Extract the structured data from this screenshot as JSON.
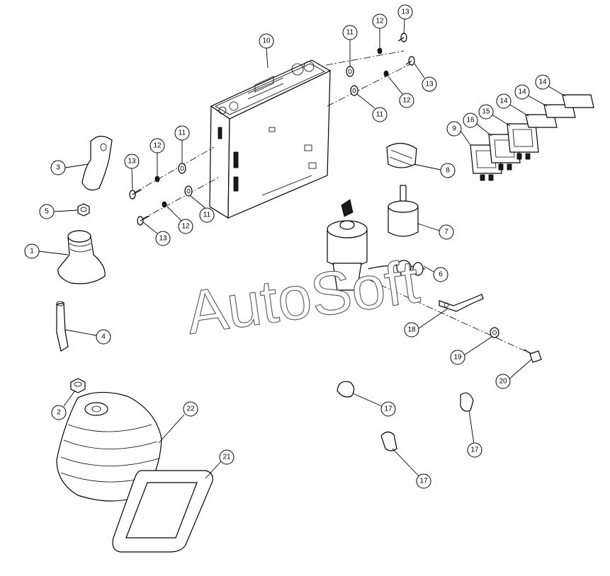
{
  "watermark": "AutoSoft",
  "callouts": [
    {
      "id": "1",
      "label": "1"
    },
    {
      "id": "2",
      "label": "2"
    },
    {
      "id": "3",
      "label": "3"
    },
    {
      "id": "4",
      "label": "4"
    },
    {
      "id": "5",
      "label": "5"
    },
    {
      "id": "6",
      "label": "6"
    },
    {
      "id": "7",
      "label": "7"
    },
    {
      "id": "8",
      "label": "8"
    },
    {
      "id": "9",
      "label": "9"
    },
    {
      "id": "10",
      "label": "10"
    },
    {
      "id": "11a",
      "label": "11"
    },
    {
      "id": "11b",
      "label": "11"
    },
    {
      "id": "11c",
      "label": "11"
    },
    {
      "id": "11d",
      "label": "11"
    },
    {
      "id": "12a",
      "label": "12"
    },
    {
      "id": "12b",
      "label": "12"
    },
    {
      "id": "12c",
      "label": "12"
    },
    {
      "id": "12d",
      "label": "12"
    },
    {
      "id": "13a",
      "label": "13"
    },
    {
      "id": "13b",
      "label": "13"
    },
    {
      "id": "13c",
      "label": "13"
    },
    {
      "id": "13d",
      "label": "13"
    },
    {
      "id": "14a",
      "label": "14"
    },
    {
      "id": "14b",
      "label": "14"
    },
    {
      "id": "14c",
      "label": "14"
    },
    {
      "id": "15",
      "label": "15"
    },
    {
      "id": "16",
      "label": "16"
    },
    {
      "id": "17a",
      "label": "17"
    },
    {
      "id": "17b",
      "label": "17"
    },
    {
      "id": "17c",
      "label": "17"
    },
    {
      "id": "18",
      "label": "18"
    },
    {
      "id": "19",
      "label": "19"
    },
    {
      "id": "20",
      "label": "20"
    },
    {
      "id": "21",
      "label": "21"
    },
    {
      "id": "22",
      "label": "22"
    }
  ]
}
